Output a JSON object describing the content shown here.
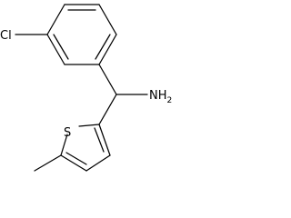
{
  "molecule": {
    "atoms": {
      "chlorine": "Cl",
      "amine": "NH",
      "amine_subscript": "2",
      "sulfur": "S"
    },
    "colors": {
      "bond": "#000000",
      "label": "#000000",
      "background": "#ffffff"
    }
  }
}
